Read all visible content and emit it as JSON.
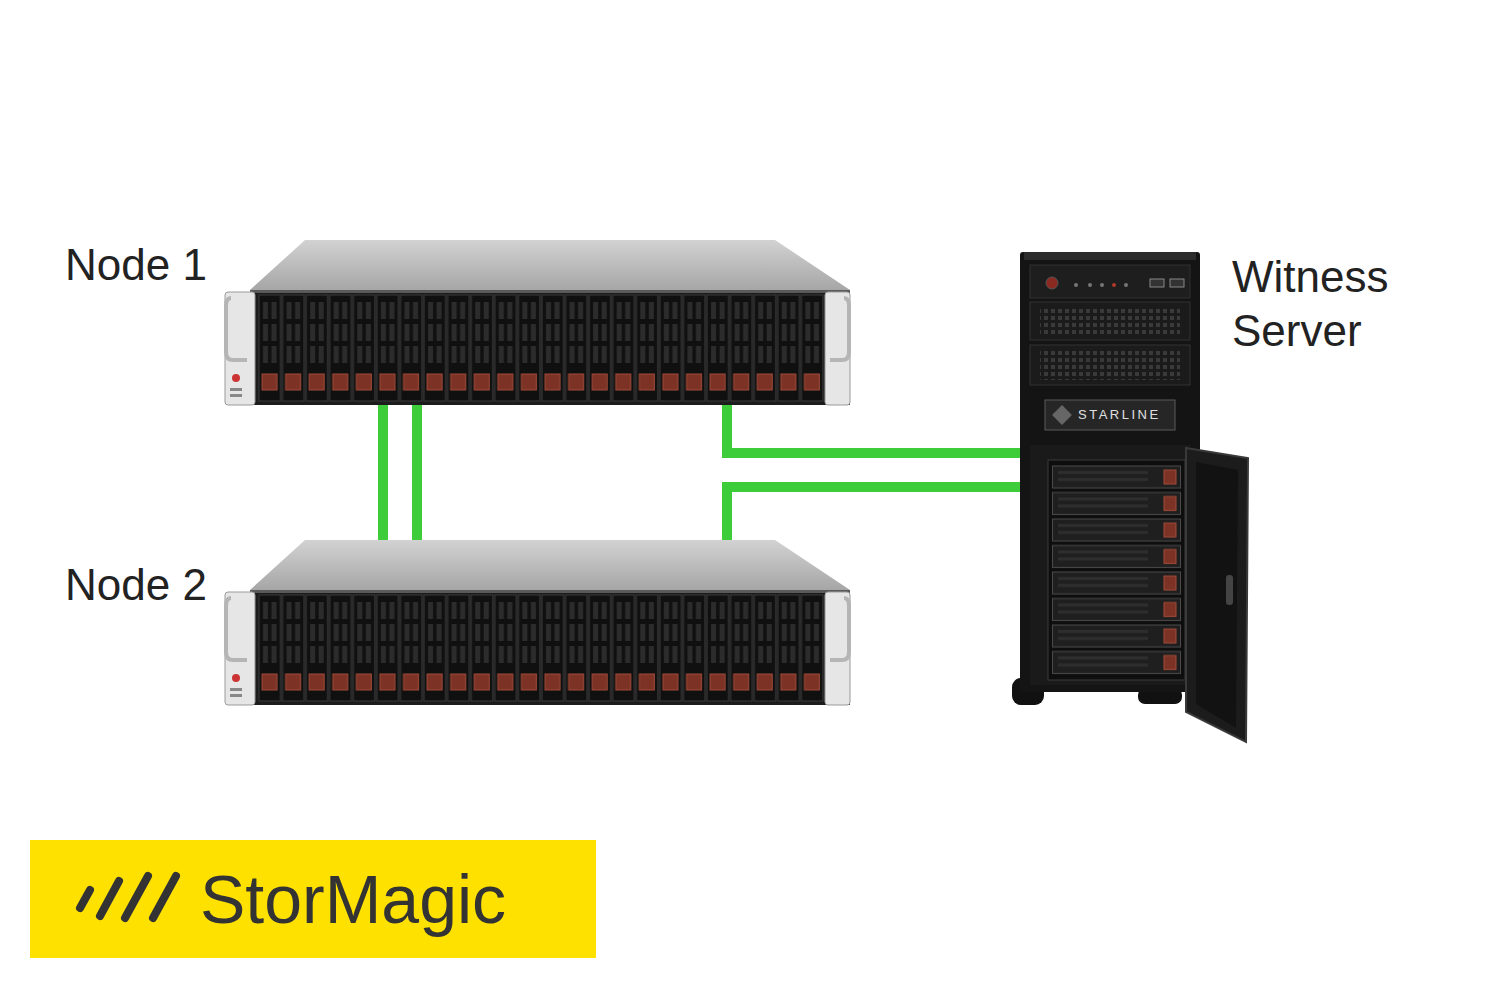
{
  "diagram": {
    "nodes": [
      {
        "text": [
          "Node 1"
        ]
      },
      {
        "text": [
          "Node 2"
        ]
      },
      {
        "text": [
          "Witness Server",
          "STARLINE"
        ]
      },
      {
        "text": [
          "StorMagic"
        ]
      }
    ],
    "edges": [
      {
        "from": 0,
        "to": 1,
        "arrow": "none"
      },
      {
        "from": 0,
        "to": 1,
        "arrow": "none"
      },
      {
        "from": 0,
        "to": 2,
        "arrow": "none"
      },
      {
        "from": 1,
        "to": 2,
        "arrow": "none"
      }
    ]
  }
}
